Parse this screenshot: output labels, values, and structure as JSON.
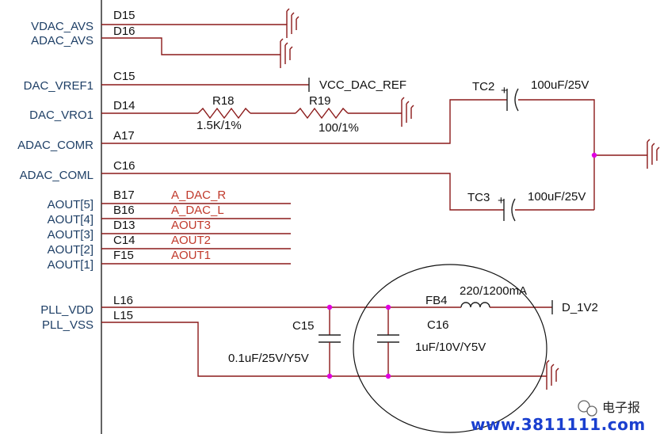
{
  "pins": [
    "VDAC_AVS",
    "ADAC_AVS",
    "DAC_VREF1",
    "DAC_VRO1",
    "ADAC_COMR",
    "ADAC_COML",
    "AOUT[5]",
    "AOUT[4]",
    "AOUT[3]",
    "AOUT[2]",
    "AOUT[1]",
    "PLL_VDD",
    "PLL_VSS"
  ],
  "balls": [
    "D15",
    "D16",
    "C15",
    "D14",
    "A17",
    "C16",
    "B17",
    "B16",
    "D13",
    "C14",
    "F15",
    "L16",
    "L15"
  ],
  "nets": [
    "A_DAC_R",
    "A_DAC_L",
    "AOUT3",
    "AOUT2",
    "AOUT1"
  ],
  "power": {
    "vref": "VCC_DAC_REF",
    "d1v2": "D_1V2"
  },
  "components": {
    "r18": {
      "ref": "R18",
      "value": "1.5K/1%"
    },
    "r19": {
      "ref": "R19",
      "value": "100/1%"
    },
    "tc2": {
      "ref": "TC2",
      "value": "100uF/25V"
    },
    "tc3": {
      "ref": "TC3",
      "value": "100uF/25V"
    },
    "fb4": {
      "ref": "FB4",
      "value": "220/1200mA"
    },
    "c15": {
      "ref": "C15",
      "value": "0.1uF/25V/Y5V"
    },
    "c16": {
      "ref": "C16",
      "value": "1uF/10V/Y5V"
    }
  },
  "watermark": {
    "brand": "电子报",
    "url": "www.3811111.com"
  }
}
